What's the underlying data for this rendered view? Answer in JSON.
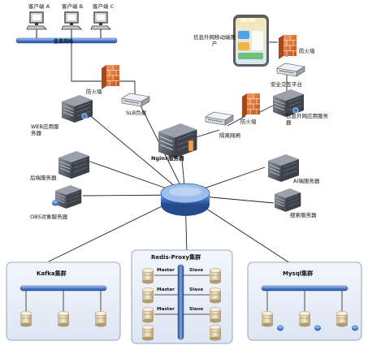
{
  "clients": [
    "客户端 A",
    "客户端 B",
    "客户端 C"
  ],
  "network_label": "信息网络",
  "mobile_label": "信息外网移动端用户",
  "phone_screen_time": "09:40",
  "firewall_labels": {
    "top_right": "防火墙",
    "left": "防火墙",
    "middle": "防火墙"
  },
  "nodes": {
    "exchange_platform": "安全交互平台",
    "external_app_servers": "信息外网应用服务器",
    "isolation_gateway": "隔离网闸",
    "slb": "SLB负载",
    "web_servers": "WEB应用服务器",
    "nginx_servers": "Nginx服务器",
    "backend_servers": "后端服务器",
    "ai_servers": "AI端服务器",
    "obs_servers": "OBS对象服务器",
    "search_servers": "搜索服务器"
  },
  "clusters": {
    "kafka": "Kafka集群",
    "redis": "Redis-Proxy集群",
    "mysql": "Mysql集群"
  },
  "redis_roles": {
    "master": "Master",
    "slave": "Slave"
  },
  "colors": {
    "cluster_fill": "#e8eef8",
    "cluster_border": "#7f8fa8",
    "bus_blue": "#4a78c8",
    "firewall": "#e0682a",
    "server_dark": "#4a4f58",
    "hub_blue": "#3a6fc0"
  }
}
